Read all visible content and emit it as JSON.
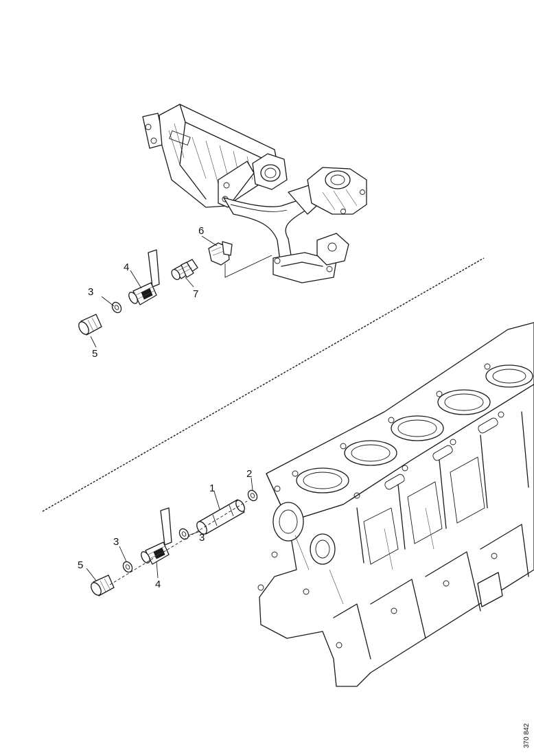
{
  "callouts": {
    "c1": "1",
    "c2": "2",
    "c3a": "3",
    "c3b": "3",
    "c3c": "3",
    "c4a": "4",
    "c4b": "4",
    "c5a": "5",
    "c5b": "5",
    "c6": "6",
    "c7": "7"
  },
  "reference": "370 842"
}
